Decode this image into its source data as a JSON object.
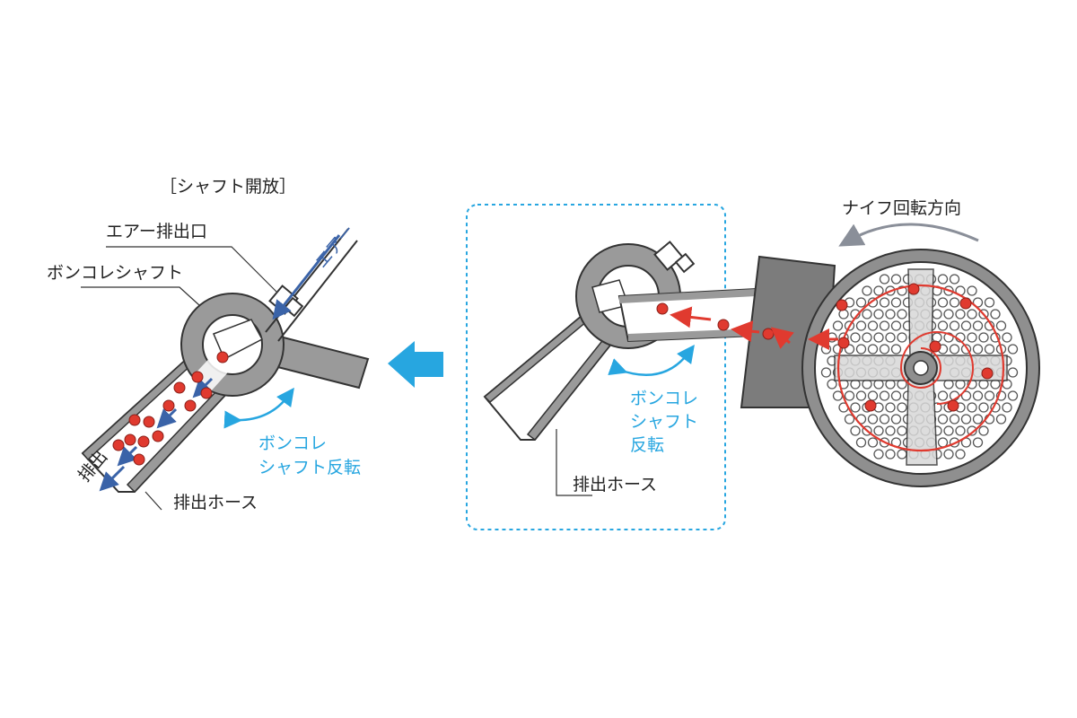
{
  "left_panel": {
    "title": "［シャフト開放］",
    "labels": {
      "air_outlet": "エアー排出口",
      "shaft": "ボンコレシャフト",
      "hose": "排出ホース",
      "air": "エアー",
      "discharge": "排出",
      "reverse_line1": "ボンコレ",
      "reverse_line2": "シャフト反転"
    }
  },
  "right_panel": {
    "knife_direction": "ナイフ回転方向",
    "reverse_line1": "ボンコレ",
    "reverse_line2": "シャフト",
    "reverse_line3": "反転",
    "hose": "排出ホース"
  },
  "colors": {
    "gray": "#9a9a9a",
    "dark_gray": "#7c7c7c",
    "outline": "#333333",
    "red": "#e03a2f",
    "blue": "#27a6e0",
    "navy": "#3a63a8"
  },
  "icons": {
    "transition_arrow": "left-arrow-icon",
    "knife_rotation": "curved-arrow-icon"
  }
}
